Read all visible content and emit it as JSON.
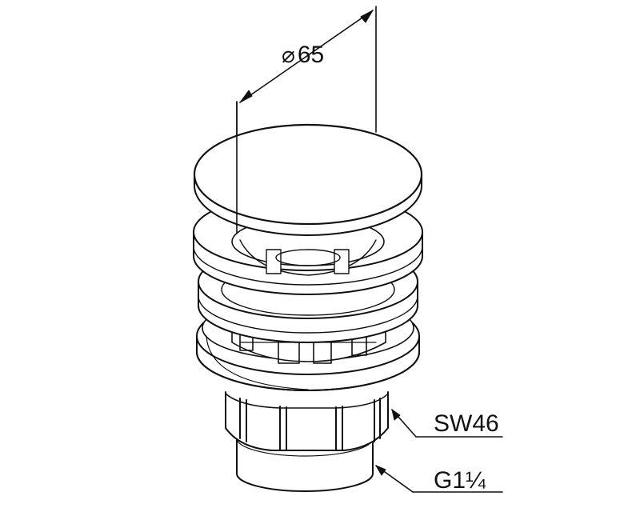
{
  "dimensions": {
    "diameter_symbol": "⌀",
    "diameter_value": "65",
    "wrench_size": "SW46",
    "thread": "G1¼"
  },
  "colors": {
    "line": "#111111",
    "background": "#ffffff"
  }
}
